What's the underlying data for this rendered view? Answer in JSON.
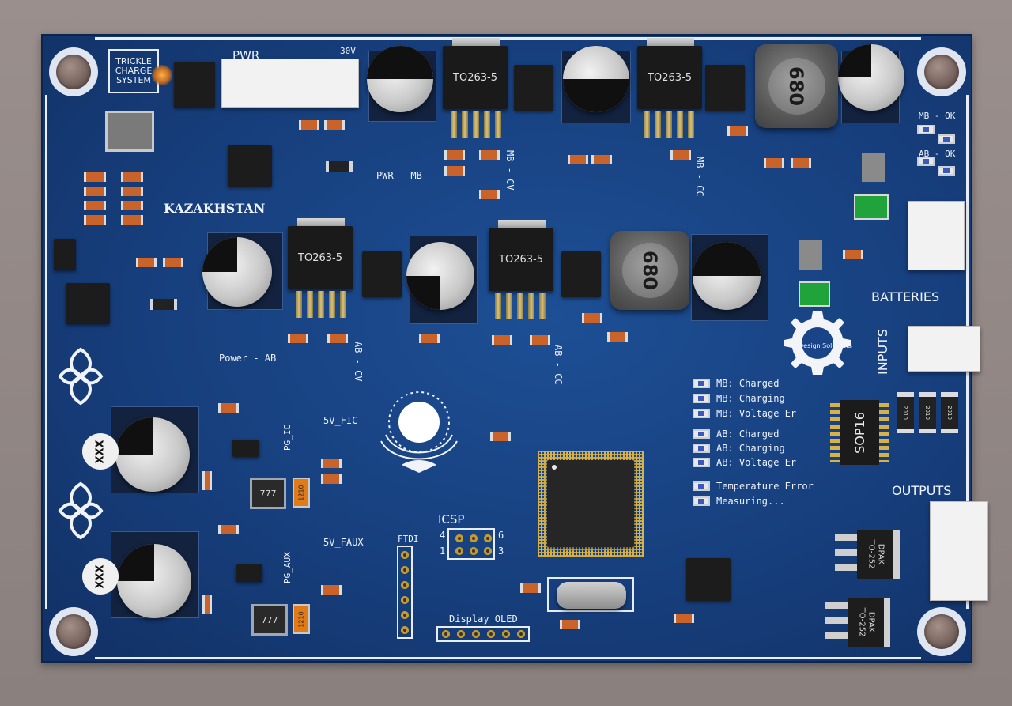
{
  "silkscreen": {
    "trickle": [
      "TRICKLE",
      "CHARGE",
      "SYSTEM"
    ],
    "pwr": "PWR",
    "v30": "30V",
    "pwr_mb": "PWR - MB",
    "mb_cv": "MB - CV",
    "mb_cc": "MB - CC",
    "mb_ok": "MB - OK",
    "ab_ok": "AB - OK",
    "kazakhstan": "KAZAKHSTAN",
    "batteries": "BATTERIES",
    "inputs": "INPUTS",
    "outputs": "OUTPUTS",
    "power_ab": "Power - AB",
    "ab_cv": "AB - CV",
    "ab_cc": "AB - CC",
    "pg_ic": "PG_IC",
    "v5_fic": "5V_FIC",
    "pg_aux": "PG_AUX",
    "v5_faux": "5V_FAUX",
    "icsp": "ICSP",
    "icsp_pins": [
      "4",
      "6",
      "1",
      "3"
    ],
    "ftdi": "FTDI",
    "display_oled": "Display OLED",
    "logo_text": "Design Solutions"
  },
  "status_labels": [
    "MB: Charged",
    "MB: Charging",
    "MB: Voltage Er",
    "AB: Charged",
    "AB: Charging",
    "AB: Voltage Er",
    "Temperature Error",
    "Measuring..."
  ],
  "components": {
    "to263": "TO263-5",
    "inductor": "680",
    "sop16": "SOP16",
    "dpak": "DPAK",
    "to252": "TO-252",
    "cap_xxx": "XXX",
    "res_2010": "2010",
    "fuse_1210": "1210",
    "ic_777": "777"
  }
}
